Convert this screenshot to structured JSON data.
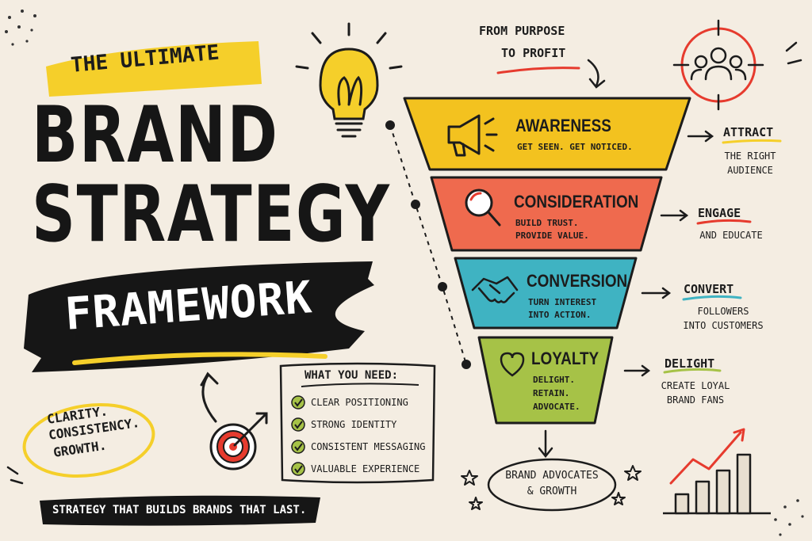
{
  "header": {
    "eyebrow": "THE ULTIMATE",
    "title_line1": "BRAND",
    "title_line2": "STRATEGY",
    "title_line3": "FRAMEWORK"
  },
  "tagline": {
    "line1": "CLARITY.",
    "line2": "CONSISTENCY.",
    "line3": "GROWTH."
  },
  "footer_banner": "STRATEGY THAT BUILDS BRANDS THAT LAST.",
  "needs": {
    "title": "WHAT YOU NEED:",
    "items": [
      "CLEAR POSITIONING",
      "STRONG IDENTITY",
      "CONSISTENT MESSAGING",
      "VALUABLE EXPERIENCE"
    ]
  },
  "funnel_intro": {
    "line1": "FROM PURPOSE",
    "line2": "TO PROFIT"
  },
  "stages": [
    {
      "title": "AWARENESS",
      "sub1": "GET SEEN. GET NOTICED.",
      "sub2": "",
      "sub3": "",
      "side_head": "ATTRACT",
      "side_sub1": "THE RIGHT",
      "side_sub2": "AUDIENCE"
    },
    {
      "title": "CONSIDERATION",
      "sub1": "BUILD TRUST.",
      "sub2": "PROVIDE VALUE.",
      "sub3": "",
      "side_head": "ENGAGE",
      "side_sub1": "AND EDUCATE",
      "side_sub2": ""
    },
    {
      "title": "CONVERSION",
      "sub1": "TURN INTEREST",
      "sub2": "INTO ACTION.",
      "sub3": "",
      "side_head": "CONVERT",
      "side_sub1": "FOLLOWERS",
      "side_sub2": "INTO CUSTOMERS"
    },
    {
      "title": "LOYALTY",
      "sub1": "DELIGHT.",
      "sub2": "RETAIN.",
      "sub3": "ADVOCATE.",
      "side_head": "DELIGHT",
      "side_sub1": "CREATE LOYAL",
      "side_sub2": "BRAND FANS"
    }
  ],
  "outcome": {
    "line1": "BRAND ADVOCATES",
    "line2": "& GROWTH"
  },
  "colors": {
    "awareness": "#f3c21f",
    "consideration": "#ef6a4e",
    "conversion": "#3fb3c2",
    "loyalty": "#a6c247",
    "highlight_yellow": "#f5cf2a",
    "accent_red": "#e63b2e",
    "ink": "#1c1c1c",
    "background": "#f4ede2"
  },
  "icons": [
    "lightbulb-icon",
    "megaphone-icon",
    "magnifier-icon",
    "handshake-icon",
    "heart-icon",
    "target-icon",
    "audience-target-icon",
    "growth-chart-icon",
    "checkmark-icon",
    "star-icon"
  ]
}
